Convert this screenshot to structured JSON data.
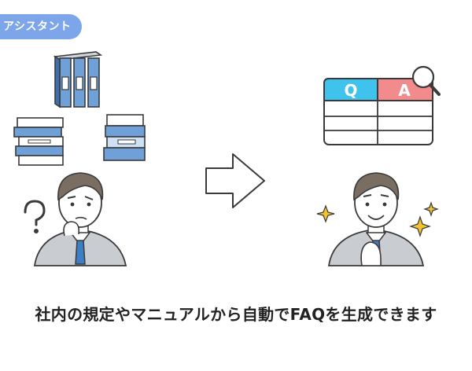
{
  "badge": {
    "label": "アシスタント"
  },
  "qa_table": {
    "q_label": "Q",
    "a_label": "A"
  },
  "caption": "社内の規定やマニュアルから自動でFAQを生成できます",
  "colors": {
    "badge": "#7da6ea",
    "q_header": "#3fc3ec",
    "a_header": "#f28c8c",
    "binder": "#6fa0d8",
    "binder_dark": "#3a6fb0",
    "suit": "#c9ccd1",
    "hair": "#7a6d62",
    "tie": "#3d7fc6",
    "sparkle": "#f1c232",
    "outline": "#3a3a3a"
  },
  "icons": [
    "question-mark-icon",
    "arrow-right-icon",
    "magnifier-icon",
    "sparkle-icon"
  ]
}
